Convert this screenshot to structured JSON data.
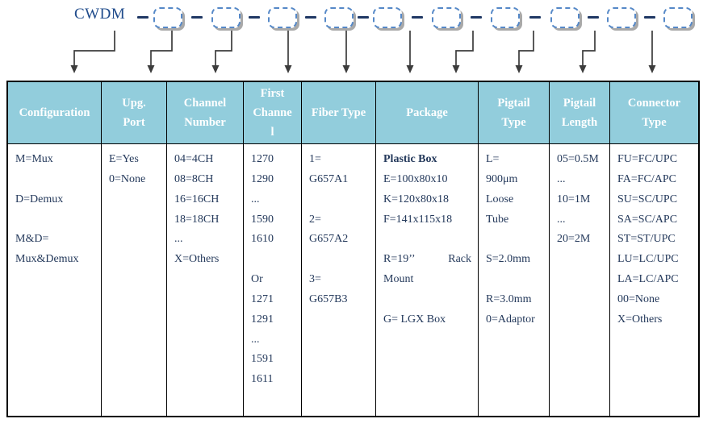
{
  "diagram": {
    "prefix_label": "CWDM",
    "box_count": 10
  },
  "colors": {
    "header_bg": "#92CDDC",
    "table_border": "#000000",
    "body_text": "#24395B",
    "title_text": "#1F4B8B",
    "connector_dash": "#1F3864",
    "box_border": "#5588C7",
    "arrow": "#3C3C3C"
  },
  "table": {
    "columns": [
      {
        "id": "configuration",
        "header_lines": [
          "Configuration"
        ],
        "lines": [
          "M=Mux",
          "",
          "D=Demux",
          "",
          "M&D=",
          "Mux&Demux"
        ]
      },
      {
        "id": "upg-port",
        "header_lines": [
          "Upg.",
          "Port"
        ],
        "lines": [
          "E=Yes",
          "0=None"
        ]
      },
      {
        "id": "channel-number",
        "header_lines": [
          "Channel",
          "Number"
        ],
        "lines": [
          "04=4CH",
          "08=8CH",
          "16=16CH",
          "18=18CH",
          "...",
          "X=Others"
        ]
      },
      {
        "id": "first-channel",
        "header_lines": [
          "First",
          "Channe",
          "l"
        ],
        "lines": [
          "1270",
          "1290",
          "...",
          "1590",
          "1610",
          "",
          "Or",
          "1271",
          "1291",
          "...",
          "1591",
          "1611"
        ]
      },
      {
        "id": "fiber-type",
        "header_lines": [
          "Fiber Type"
        ],
        "lines": [
          "1=",
          "G657A1",
          "",
          "2=",
          "G657A2",
          "",
          "3=",
          "G657B3"
        ]
      },
      {
        "id": "package",
        "header_lines": [
          "Package"
        ],
        "lines": [
          {
            "text": "Plastic Box",
            "bold": true
          },
          "E=100x80x10",
          "K=120x80x18",
          "F=141x115x18",
          "",
          {
            "left": "R=19’’",
            "right": "Rack"
          },
          "Mount",
          "",
          "G= LGX Box"
        ]
      },
      {
        "id": "pigtail-type",
        "header_lines": [
          "Pigtail",
          "Type"
        ],
        "lines": [
          "L=",
          "900μm",
          "Loose",
          "Tube",
          "",
          "S=2.0mm",
          "",
          "R=3.0mm",
          "0=Adaptor"
        ]
      },
      {
        "id": "pigtail-length",
        "header_lines": [
          "Pigtail",
          "Length"
        ],
        "lines": [
          "05=0.5M",
          "...",
          "10=1M",
          "...",
          "20=2M"
        ]
      },
      {
        "id": "connector-type",
        "header_lines": [
          "Connector",
          "Type"
        ],
        "lines": [
          "FU=FC/UPC",
          "FA=FC/APC",
          "SU=SC/UPC",
          "SA=SC/APC",
          "ST=ST/UPC",
          "LU=LC/UPC",
          "LA=LC/APC",
          "00=None",
          "X=Others"
        ]
      }
    ]
  }
}
